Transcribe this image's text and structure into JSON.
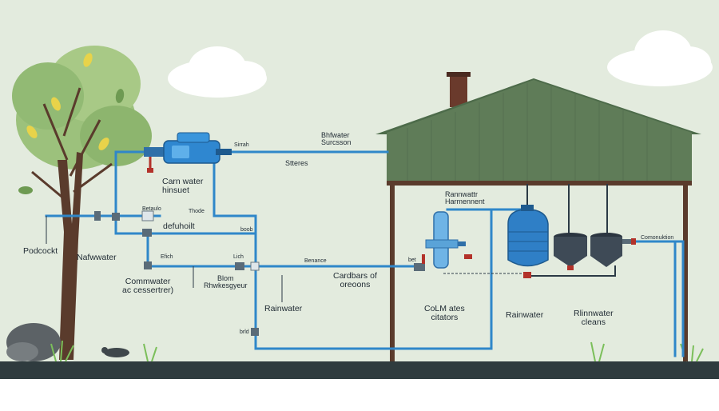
{
  "colors": {
    "sky": "#e3ebde",
    "roof": "#5f7c58",
    "pipe": "#2f87c9",
    "tank": "#2f7fc6",
    "post": "#5a3b2c",
    "ground": "#2f3b3e",
    "filter_body": "#6fb4e6",
    "dark_tank": "#3e4a56"
  },
  "labels": {
    "top_pipe_1": "Bhfwater",
    "top_pipe_2": "Surcsson",
    "pump_small": "Sirrah",
    "stteres": "Stteres",
    "carn_1": "Carn water",
    "carn_2": "hinsuet",
    "valve_small": "Betaulo",
    "stem_small": "Thode",
    "defuhoilt": "defuhoilt",
    "small_b": "boob",
    "podcock": "Podcockt",
    "nafwater": "Nafwwater",
    "efich": "Efich",
    "lich": "Lich",
    "benance": "Benance",
    "commwater_1": "Commwater",
    "commwater_2": "ac cessertrer)",
    "blom_1": "Blom",
    "blom_2": "Rhwkesgyeur",
    "cardbars_1": "Cardbars of",
    "cardbars_2": "oreoons",
    "rainwater_mid": "Rainwater",
    "bet_small": "bet",
    "bricl": "brld",
    "rannwattr_1": "Rannwattr",
    "rannwattr_2": "Harmennent",
    "colmates_1": "CoLM ates",
    "colmates_2": "citators",
    "rainwater_right": "Rainwater",
    "rinnwater_1": "Rlinnwater",
    "rinnwater_2": "cleans",
    "comonuktion": "Comonuktion"
  }
}
